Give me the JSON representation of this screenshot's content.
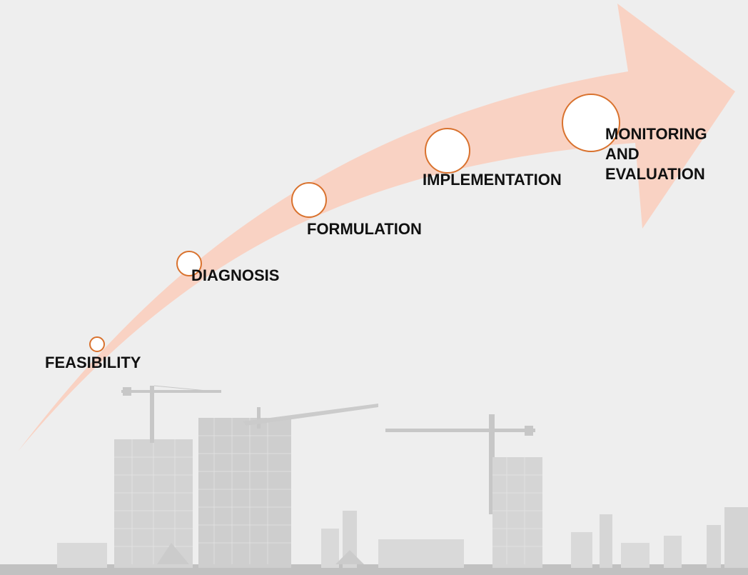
{
  "colors": {
    "background": "#eeeeee",
    "arrow": "#f9d2c3",
    "circle_stroke": "#d9722e",
    "circle_fill": "#ffffff",
    "skyline": "#bdbdbd",
    "label": "#111111"
  },
  "process": {
    "direction": "bottom-left to upper-right",
    "stages": [
      {
        "id": "feasibility",
        "lines": [
          "FEASIBILITY"
        ]
      },
      {
        "id": "diagnosis",
        "lines": [
          "DIAGNOSIS"
        ]
      },
      {
        "id": "formulation",
        "lines": [
          "FORMULATION"
        ]
      },
      {
        "id": "implementation",
        "lines": [
          "IMPLEMENTATION"
        ]
      },
      {
        "id": "monitoring",
        "lines": [
          "MONITORING",
          "AND",
          "EVALUATION"
        ]
      }
    ]
  },
  "background_image": "construction-skyline-silhouette"
}
